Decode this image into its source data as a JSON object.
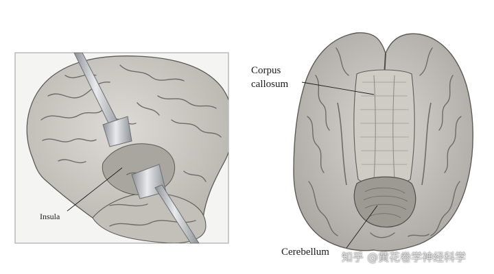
{
  "labels": {
    "insula": "Insula",
    "corpus_callosum_line1": "Corpus",
    "corpus_callosum_line2": "callosum",
    "cerebellum": "Cerebellum"
  },
  "watermark": {
    "text": "知乎 @黄花卷学神经科学"
  },
  "colors": {
    "brain_fill": "#c9c6c1",
    "brain_shadow": "#a9a6a0",
    "sulcus": "#6e6b66",
    "panel_bg": "#f4f4f3",
    "retractor": "#b4b7bb"
  }
}
